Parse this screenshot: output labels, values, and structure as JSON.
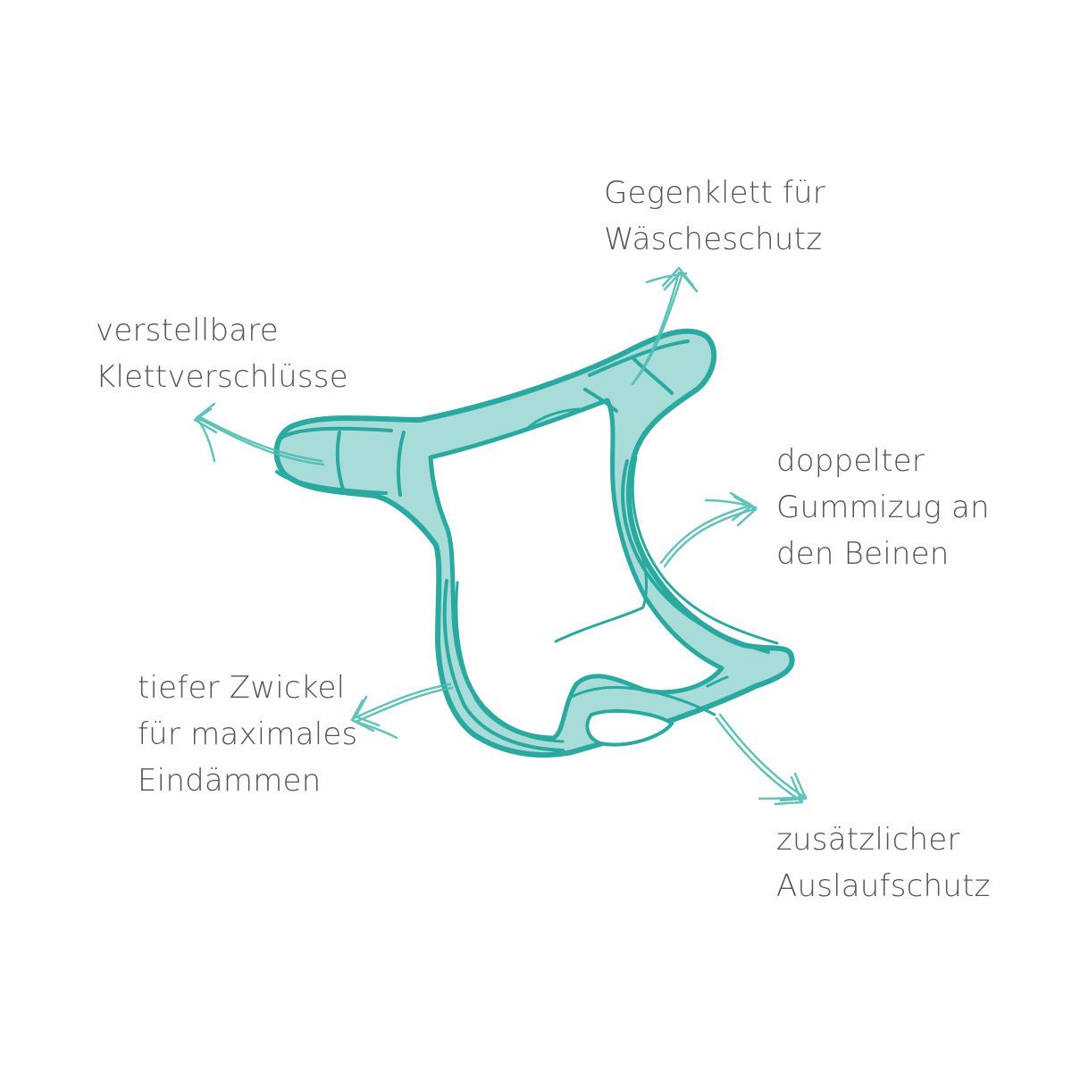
{
  "callouts": {
    "back_velcro": {
      "line1": "Gegenklett für",
      "line2": "Wäscheschutz"
    },
    "closures": {
      "line1": "verstellbare",
      "line2": "Klettverschlüsse"
    },
    "leg_elastic": {
      "line1": "doppelter",
      "line2": "Gummizug an",
      "line3": "den Beinen"
    },
    "gusset": {
      "line1": "tiefer Zwickel",
      "line2": "für maximales",
      "line3": "Eindämmen"
    },
    "leak_guard": {
      "line1": "zusätzlicher",
      "line2": "Auslaufschutz"
    }
  },
  "colors": {
    "outline": "#2aa9a0",
    "fill": "#a8dcd8",
    "arrow": "#4fbcb3",
    "text": "#545454"
  },
  "icons": [
    "diaper-illustration",
    "arrow-icon"
  ]
}
